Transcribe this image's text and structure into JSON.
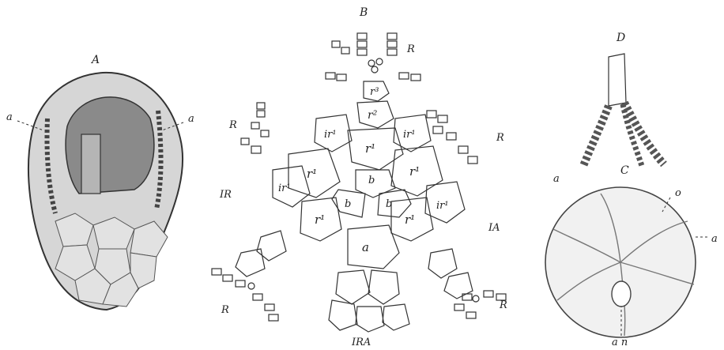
{
  "panels": {
    "A": {
      "title": "A",
      "labels": {
        "left": "a",
        "right": "a"
      }
    },
    "B": {
      "title": "B",
      "region_labels": [
        "R",
        "R",
        "R",
        "R",
        "R",
        "IR",
        "IA",
        "IRA"
      ],
      "plate_labels": {
        "r3": "r³",
        "r2": "r²",
        "r1_center": "r¹",
        "ir1_left": "ir¹",
        "ir1_right": "ir¹",
        "r1_left": "r¹",
        "r1_right": "r¹",
        "ir1_lower_left": "ir¹",
        "ir1_lower_right": "ir¹",
        "r1_lower_left": "r¹",
        "r1_lower_right": "r¹",
        "b_top": "b",
        "b_left": "b",
        "b_right": "b",
        "a": "a"
      }
    },
    "C": {
      "title": "C",
      "labels": {
        "a_left": "a",
        "o": "o",
        "a_right": "a",
        "an": "a n"
      }
    },
    "D": {
      "title": "D"
    }
  }
}
